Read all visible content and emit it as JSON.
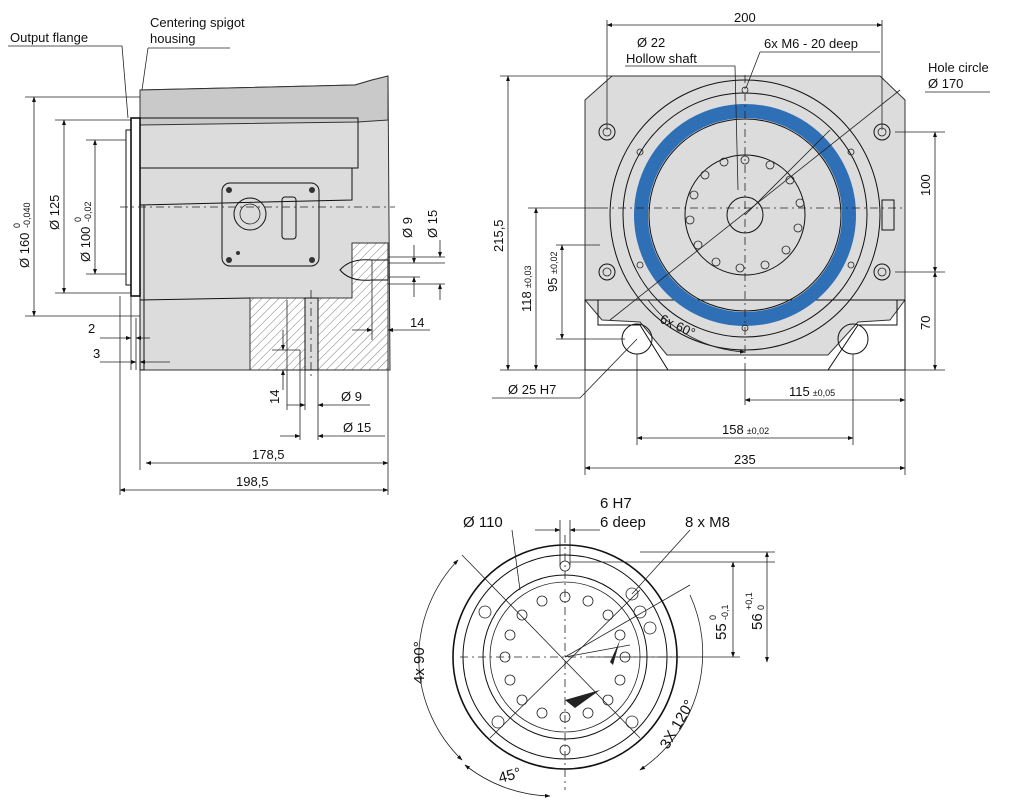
{
  "side_view": {
    "output_flange": "Output flange",
    "centering_spigot_1": "Centering spigot",
    "centering_spigot_2": "housing",
    "dia_160": "Ø 160",
    "dia_160_tol_upper": "0",
    "dia_160_tol_lower": "-0,040",
    "dia_125": "Ø 125",
    "dia_100": "Ø 100",
    "dia_100_tol_upper": "0",
    "dia_100_tol_lower": "-0,02",
    "dim_2": "2",
    "dim_3": "3",
    "dia_9_side": "Ø 9",
    "dia_15_side": "Ø 15",
    "dim_14_right": "14",
    "dim_14_bottom": "14",
    "dia_9_bottom": "Ø 9",
    "dia_15_bottom": "Ø 15",
    "dim_178_5": "178,5",
    "dim_198_5": "198,5"
  },
  "front_view": {
    "dim_200": "200",
    "dia_22": "Ø 22",
    "hollow_shaft": "Hollow shaft",
    "m6_holes": "6x M6 - 20 deep",
    "hole_circle_1": "Hole circle",
    "hole_circle_2": "Ø 170",
    "dim_215_5": "215,5",
    "dim_118": "118",
    "dim_118_tol": "±0,03",
    "dim_95": "95",
    "dim_95_tol": "±0,02",
    "angle_6x60": "6x 60°",
    "dim_100": "100",
    "dim_70": "70",
    "dia_25_h7": "Ø 25 H7",
    "dim_115": "115",
    "dim_115_tol": "±0,05",
    "dim_158": "158",
    "dim_158_tol": "±0,02",
    "dim_235": "235"
  },
  "flange_view": {
    "h7_1": "6 H7",
    "h7_2": "6 deep",
    "dia_110": "Ø 110",
    "m8_holes": "8 x M8",
    "dim_55": "55",
    "dim_55_tol_upper": "0",
    "dim_55_tol_lower": "-0,1",
    "dim_56": "56",
    "dim_56_tol_upper": "+0,1",
    "dim_56_tol_lower": "0",
    "angle_4x90": "4x 90°",
    "angle_3x120": "3X 120°",
    "angle_45": "45°"
  }
}
